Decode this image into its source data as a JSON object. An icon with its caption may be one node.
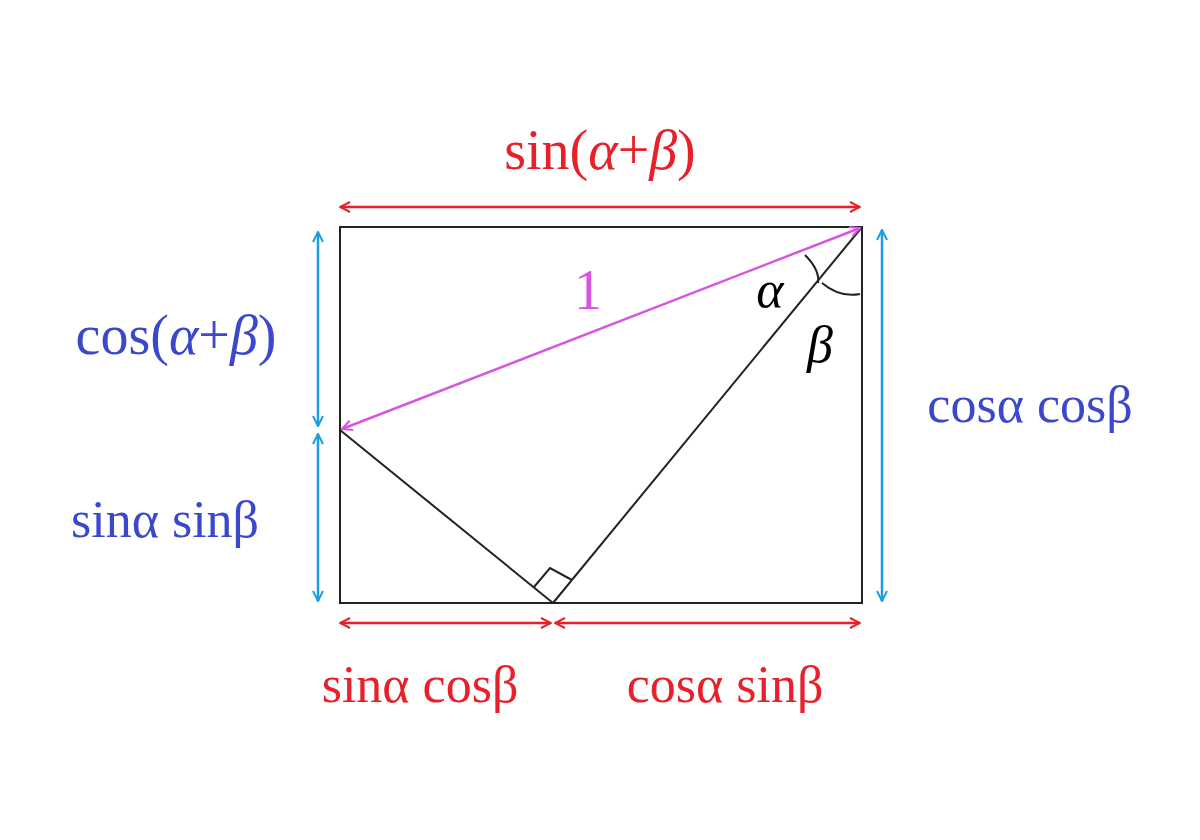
{
  "diagram": {
    "labels": [
      "sin(*α*+*β*)",
      "1",
      "*α*",
      "cos(*α*+*β*)",
      "*β*",
      "cosα cosβ",
      "sinα sinβ",
      "sinα cosβ",
      "cosα sinβ"
    ]
  }
}
